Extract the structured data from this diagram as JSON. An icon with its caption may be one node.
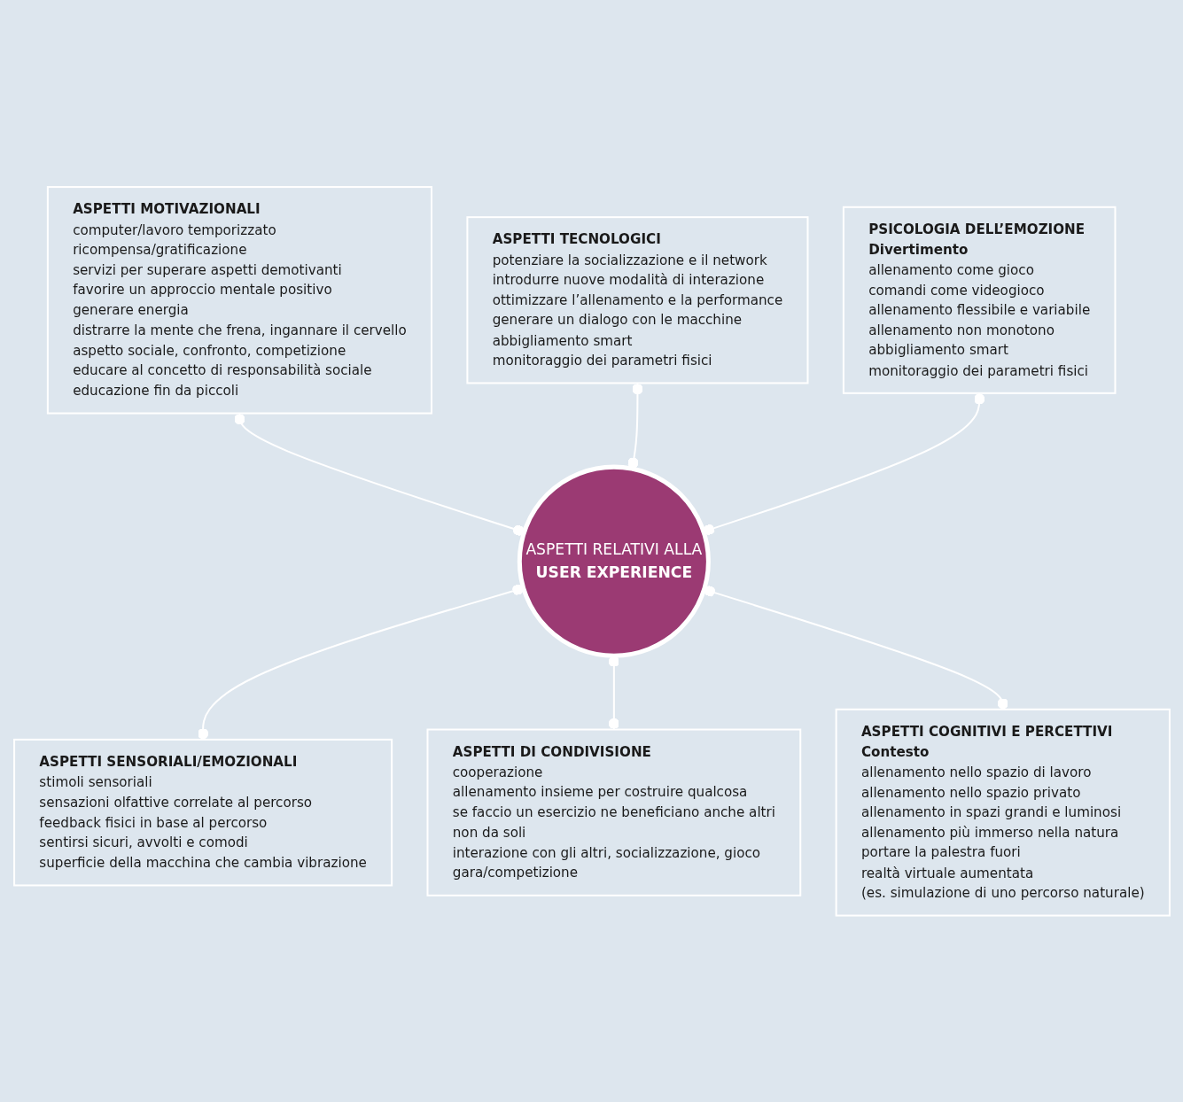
{
  "diagram": {
    "nodes": [
      {
        "text": [
          "ASPETTI TECNOLOGICI",
          "potenziare la socializzazione e il network",
          "introdurre nuove modalità di interazione",
          "ottimizzare l’allenamento e la performance",
          "generare un dialogo con le macchine",
          "abbigliamento smart",
          "monitoraggio dei parametri fisici"
        ]
      },
      {
        "text": [
          "ASPETTI MOTIVAZIONALI",
          "computer/lavoro temporizzato",
          "ricompensa/gratificazione",
          "servizi per superare aspetti demotivanti",
          "favorire un approccio mentale positivo",
          "generare energia",
          "distrarre la mente che frena, ingannare il cervello",
          "aspetto sociale, confronto, competizione",
          "educare al concetto di responsabilità sociale",
          "educazione fin da piccoli"
        ]
      },
      {
        "text": [
          "PSICOLOGIA DELL’EMOZIONE",
          "Divertimento",
          "allenamento come gioco",
          "comandi come videogioco",
          "allenamento flessibile e variabile",
          "allenamento non monotono",
          "abbigliamento smart",
          "monitoraggio dei parametri fisici"
        ]
      },
      {
        "text": [
          "ASPETTI RELATIVI ALLA",
          "USER EXPERIENCE"
        ]
      },
      {
        "text": [
          "ASPETTI COGNITIVI E PERCETTIVI",
          "Contesto",
          "allenamento nello spazio di lavoro",
          "allenamento nello spazio privato",
          "allenamento in spazi grandi e luminosi",
          "allenamento più immerso nella natura",
          "portare la palestra fuori",
          "realtà virtuale aumentata",
          "(es. simulazione di uno percorso naturale)"
        ]
      },
      {
        "text": [
          "ASPETTI SENSORIALI/EMOZIONALI",
          "stimoli sensoriali",
          "sensazioni olfattive correlate al percorso",
          "feedback fisici in base al percorso",
          "sentirsi sicuri, avvolti e comodi",
          "superficie della macchina che cambia vibrazione"
        ]
      },
      {
        "text": [
          "ASPETTI DI CONDIVISIONE",
          "cooperazione",
          "allenamento insieme per costruire qualcosa",
          "se faccio un esercizio ne beneficiano anche altri",
          "non da soli",
          "interazione con gli altri, socializzazione, gioco",
          "gara/competizione"
        ]
      }
    ],
    "edges": [
      {
        "from": 1,
        "to": 3,
        "arrow": "other"
      },
      {
        "from": 0,
        "to": 3,
        "arrow": "other"
      },
      {
        "from": 2,
        "to": 3,
        "arrow": "other"
      },
      {
        "from": 3,
        "to": 5,
        "arrow": "other"
      },
      {
        "from": 3,
        "to": 6,
        "arrow": "other"
      },
      {
        "from": 3,
        "to": 4,
        "arrow": "other"
      }
    ]
  }
}
